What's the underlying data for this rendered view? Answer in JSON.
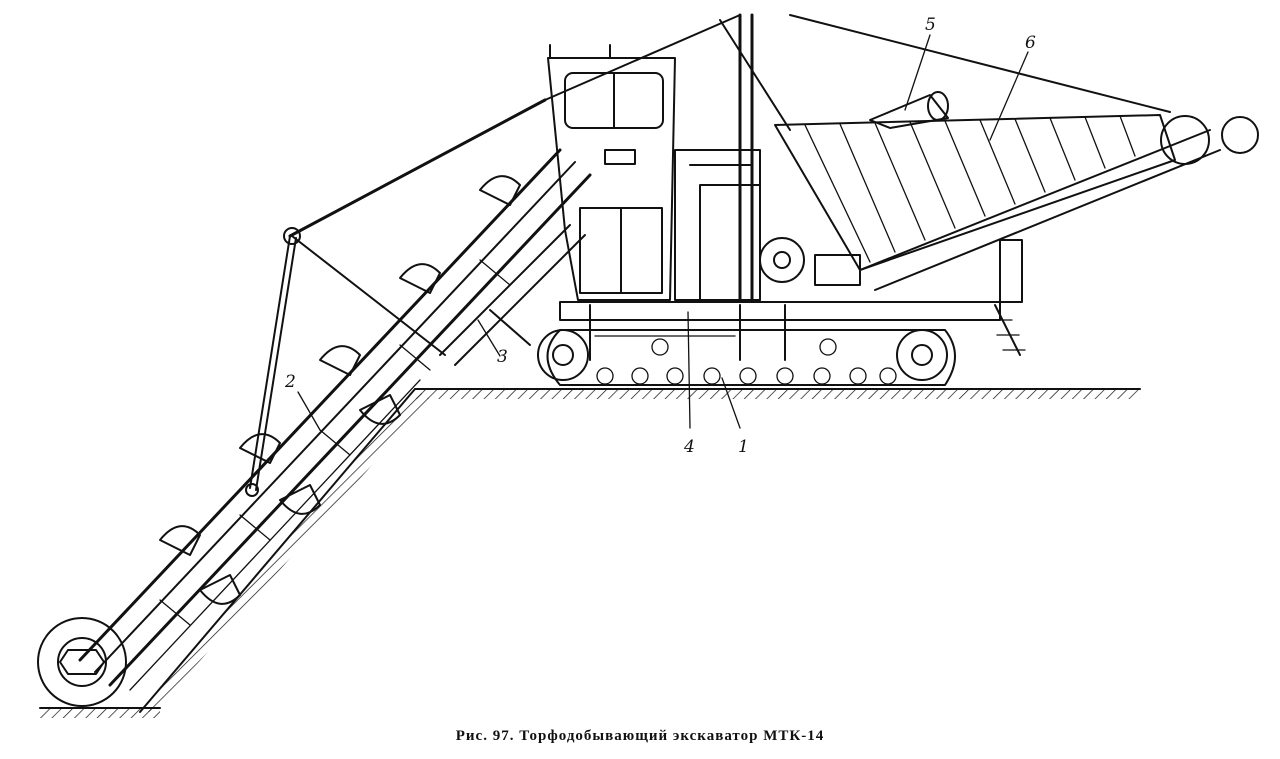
{
  "caption": "Рис. 97. Торфодобывающий экскаватор МТК-14",
  "labels": {
    "l1": "1",
    "l2": "2",
    "l3": "3",
    "l4": "4",
    "l5": "5",
    "l6": "6"
  }
}
